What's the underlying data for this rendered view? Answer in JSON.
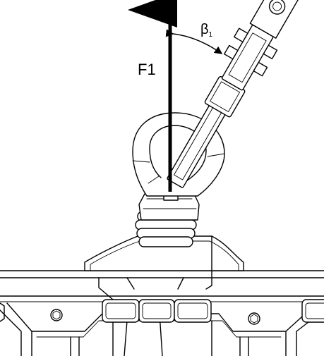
{
  "diagram": {
    "labels": {
      "force": "F1",
      "angle_symbol": "β",
      "angle_subscript": "1"
    },
    "angle_deg": 30,
    "colors": {
      "line": "#000000",
      "background": "#ffffff"
    }
  }
}
